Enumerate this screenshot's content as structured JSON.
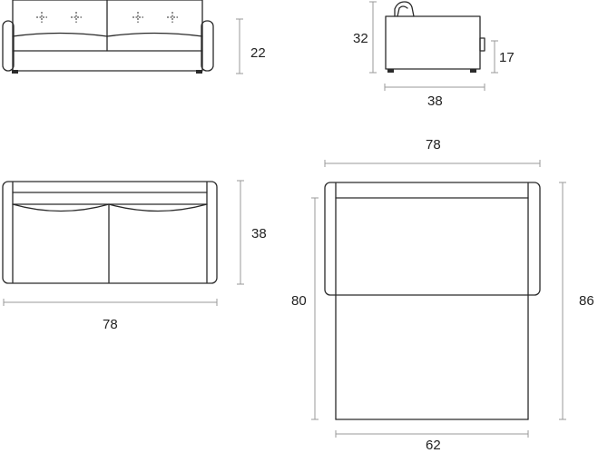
{
  "front_view": {
    "height_label": "22"
  },
  "side_view": {
    "height_label": "32",
    "seat_height_label": "17",
    "depth_label": "38"
  },
  "top_view": {
    "depth_label": "38",
    "width_label": "78"
  },
  "bed_view": {
    "width_label": "78",
    "length_label": "80",
    "total_length_label": "86",
    "mattress_width_label": "62"
  }
}
